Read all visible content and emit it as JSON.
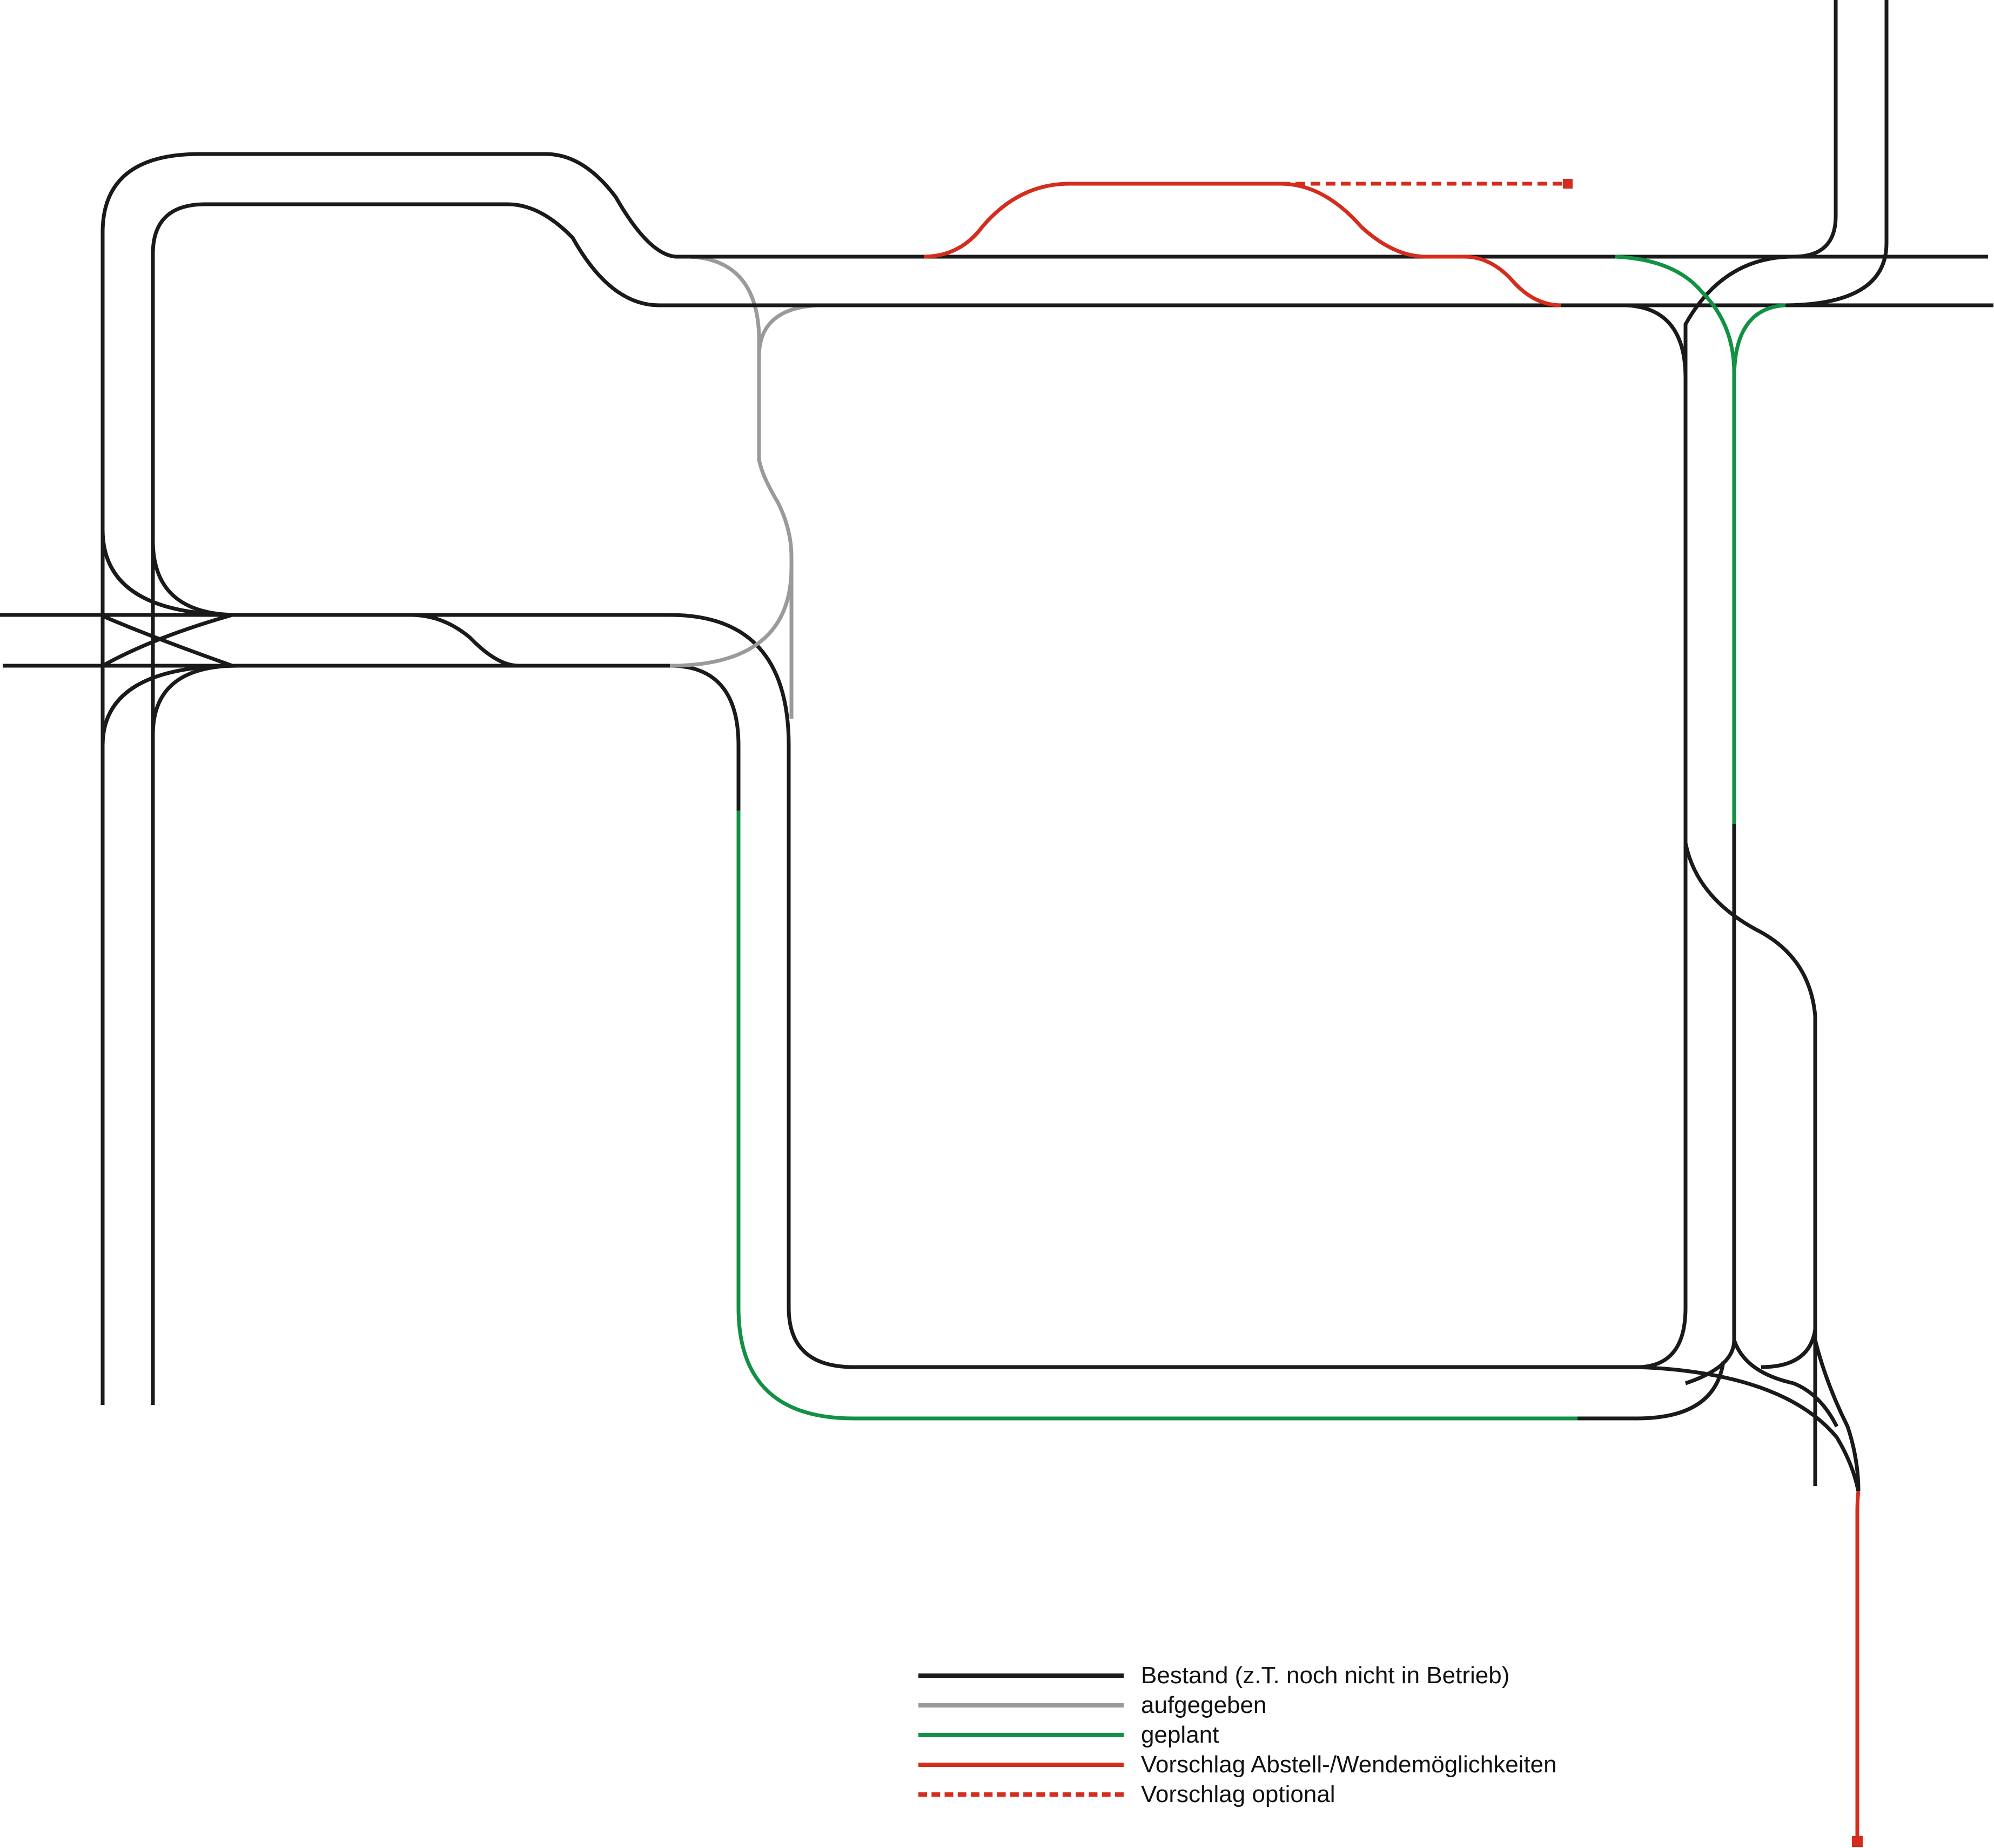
{
  "colors": {
    "existing": "#1a1a1a",
    "abandoned": "#9a9a9a",
    "planned": "#119144",
    "proposal": "#d42d1e"
  },
  "legend": {
    "items": [
      {
        "label": "Bestand (z.T. noch nicht in Betrieb)",
        "color": "#1a1a1a",
        "style": "solid"
      },
      {
        "label": "aufgegeben",
        "color": "#9a9a9a",
        "style": "solid"
      },
      {
        "label": "geplant",
        "color": "#119144",
        "style": "solid"
      },
      {
        "label": "Vorschlag Abstell-/Wendemöglichkeiten",
        "color": "#d42d1e",
        "style": "solid"
      },
      {
        "label": "Vorschlag optional",
        "color": "#d42d1e",
        "style": "dashed"
      }
    ]
  }
}
